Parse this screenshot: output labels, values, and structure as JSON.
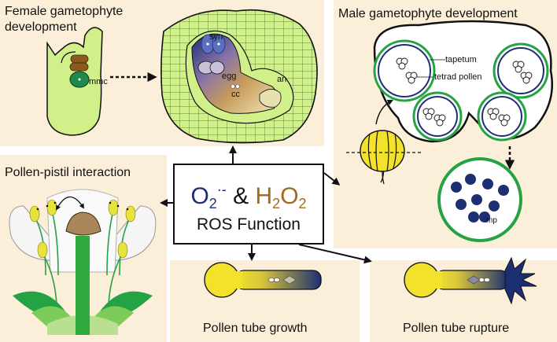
{
  "panels": {
    "female": {
      "title_line1": "Female gametophyte",
      "title_line2": "development",
      "labels": {
        "mmc": "mmc",
        "syn": "syn",
        "egg": "egg",
        "cc": "cc",
        "an": "an"
      }
    },
    "male": {
      "title": "Male gametophyte development",
      "labels": {
        "tapetum": "tapetum",
        "tetrad": "tetrad pollen",
        "mp": "mp"
      }
    },
    "pistil": {
      "title": "Pollen-pistil interaction"
    },
    "growth": {
      "title": "Pollen tube growth"
    },
    "rupture": {
      "title": "Pollen tube rupture"
    }
  },
  "center": {
    "o2": "O",
    "o2_sub": "2",
    "o2_sup": "·-",
    "amp": "&",
    "h": "H",
    "h_sub": "2",
    "o": "O",
    "o_sub": "2",
    "label": "ROS Function"
  },
  "colors": {
    "panel_bg": "#fcefd9",
    "tissue_green": "#d2f08a",
    "dark_green": "#25a244",
    "navy": "#1d2f73",
    "brown": "#a0691e",
    "yellow": "#f2e22c"
  }
}
